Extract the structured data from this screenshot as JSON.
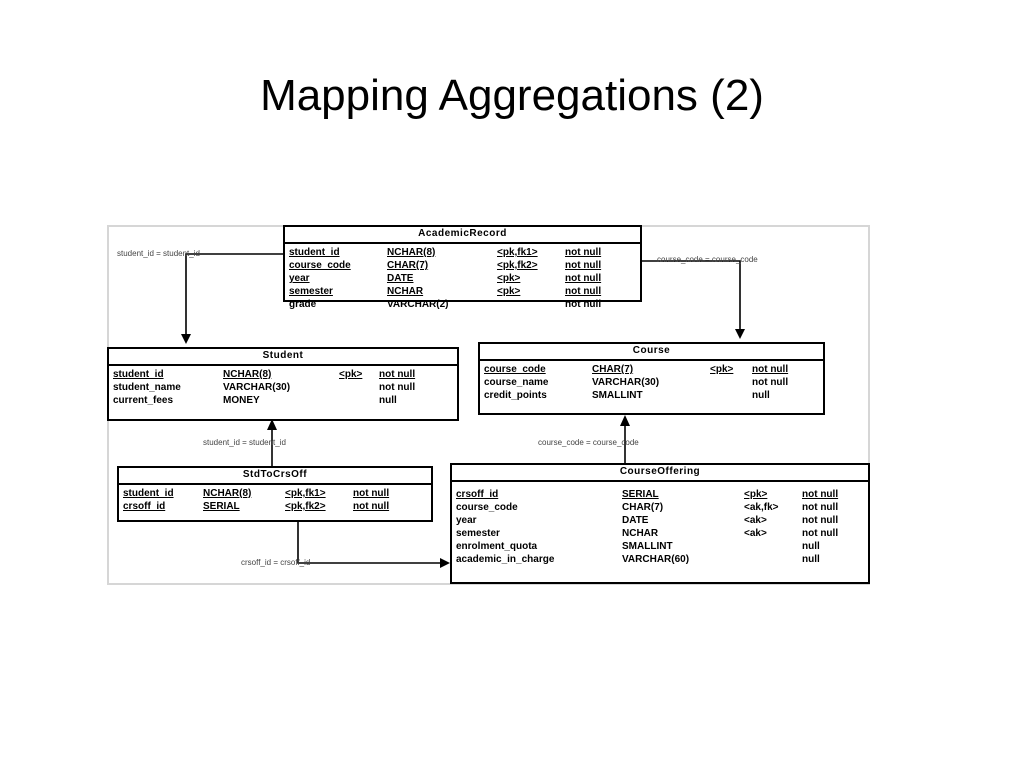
{
  "slide": {
    "title": "Mapping Aggregations (2)"
  },
  "entities": {
    "academic_record": {
      "name": "AcademicRecord",
      "columns": [
        {
          "name": "student_id",
          "type": "NCHAR(8)",
          "key": "<pk,fk1>",
          "null": "not null"
        },
        {
          "name": "course_code",
          "type": "CHAR(7)",
          "key": "<pk,fk2>",
          "null": "not null"
        },
        {
          "name": "year",
          "type": "DATE",
          "key": "<pk>",
          "null": "not null"
        },
        {
          "name": "semester",
          "type": "NCHAR",
          "key": "<pk>",
          "null": "not null"
        },
        {
          "name": "grade",
          "type": "VARCHAR(2)",
          "key": "",
          "null": "not null"
        }
      ]
    },
    "student": {
      "name": "Student",
      "columns": [
        {
          "name": "student_id",
          "type": "NCHAR(8)",
          "key": "<pk>",
          "null": "not null"
        },
        {
          "name": "student_name",
          "type": "VARCHAR(30)",
          "key": "",
          "null": "not null"
        },
        {
          "name": "current_fees",
          "type": "MONEY",
          "key": "",
          "null": "null"
        }
      ]
    },
    "course": {
      "name": "Course",
      "columns": [
        {
          "name": "course_code",
          "type": "CHAR(7)",
          "key": "<pk>",
          "null": "not null"
        },
        {
          "name": "course_name",
          "type": "VARCHAR(30)",
          "key": "",
          "null": "not null"
        },
        {
          "name": "credit_points",
          "type": "SMALLINT",
          "key": "",
          "null": "null"
        }
      ]
    },
    "std_to_crs_off": {
      "name": "StdToCrsOff",
      "columns": [
        {
          "name": "student_id",
          "type": "NCHAR(8)",
          "key": "<pk,fk1>",
          "null": "not null"
        },
        {
          "name": "crsoff_id",
          "type": "SERIAL",
          "key": "<pk,fk2>",
          "null": "not null"
        }
      ]
    },
    "course_offering": {
      "name": "CourseOffering",
      "columns": [
        {
          "name": "crsoff_id",
          "type": "SERIAL",
          "key": "<pk>",
          "null": "not null"
        },
        {
          "name": "course_code",
          "type": "CHAR(7)",
          "key": "<ak,fk>",
          "null": "not null"
        },
        {
          "name": "year",
          "type": "DATE",
          "key": "<ak>",
          "null": "not null"
        },
        {
          "name": "semester",
          "type": "NCHAR",
          "key": "<ak>",
          "null": "not null"
        },
        {
          "name": "enrolment_quota",
          "type": "SMALLINT",
          "key": "",
          "null": "null"
        },
        {
          "name": "academic_in_charge",
          "type": "VARCHAR(60)",
          "key": "",
          "null": "null"
        }
      ]
    }
  },
  "relationships": {
    "ar_student": "student_id = student_id",
    "ar_course": "course_code = course_code",
    "sto_student": "student_id = student_id",
    "co_course": "course_code = course_code",
    "sto_co": "crsoff_id = crsoff_id"
  }
}
